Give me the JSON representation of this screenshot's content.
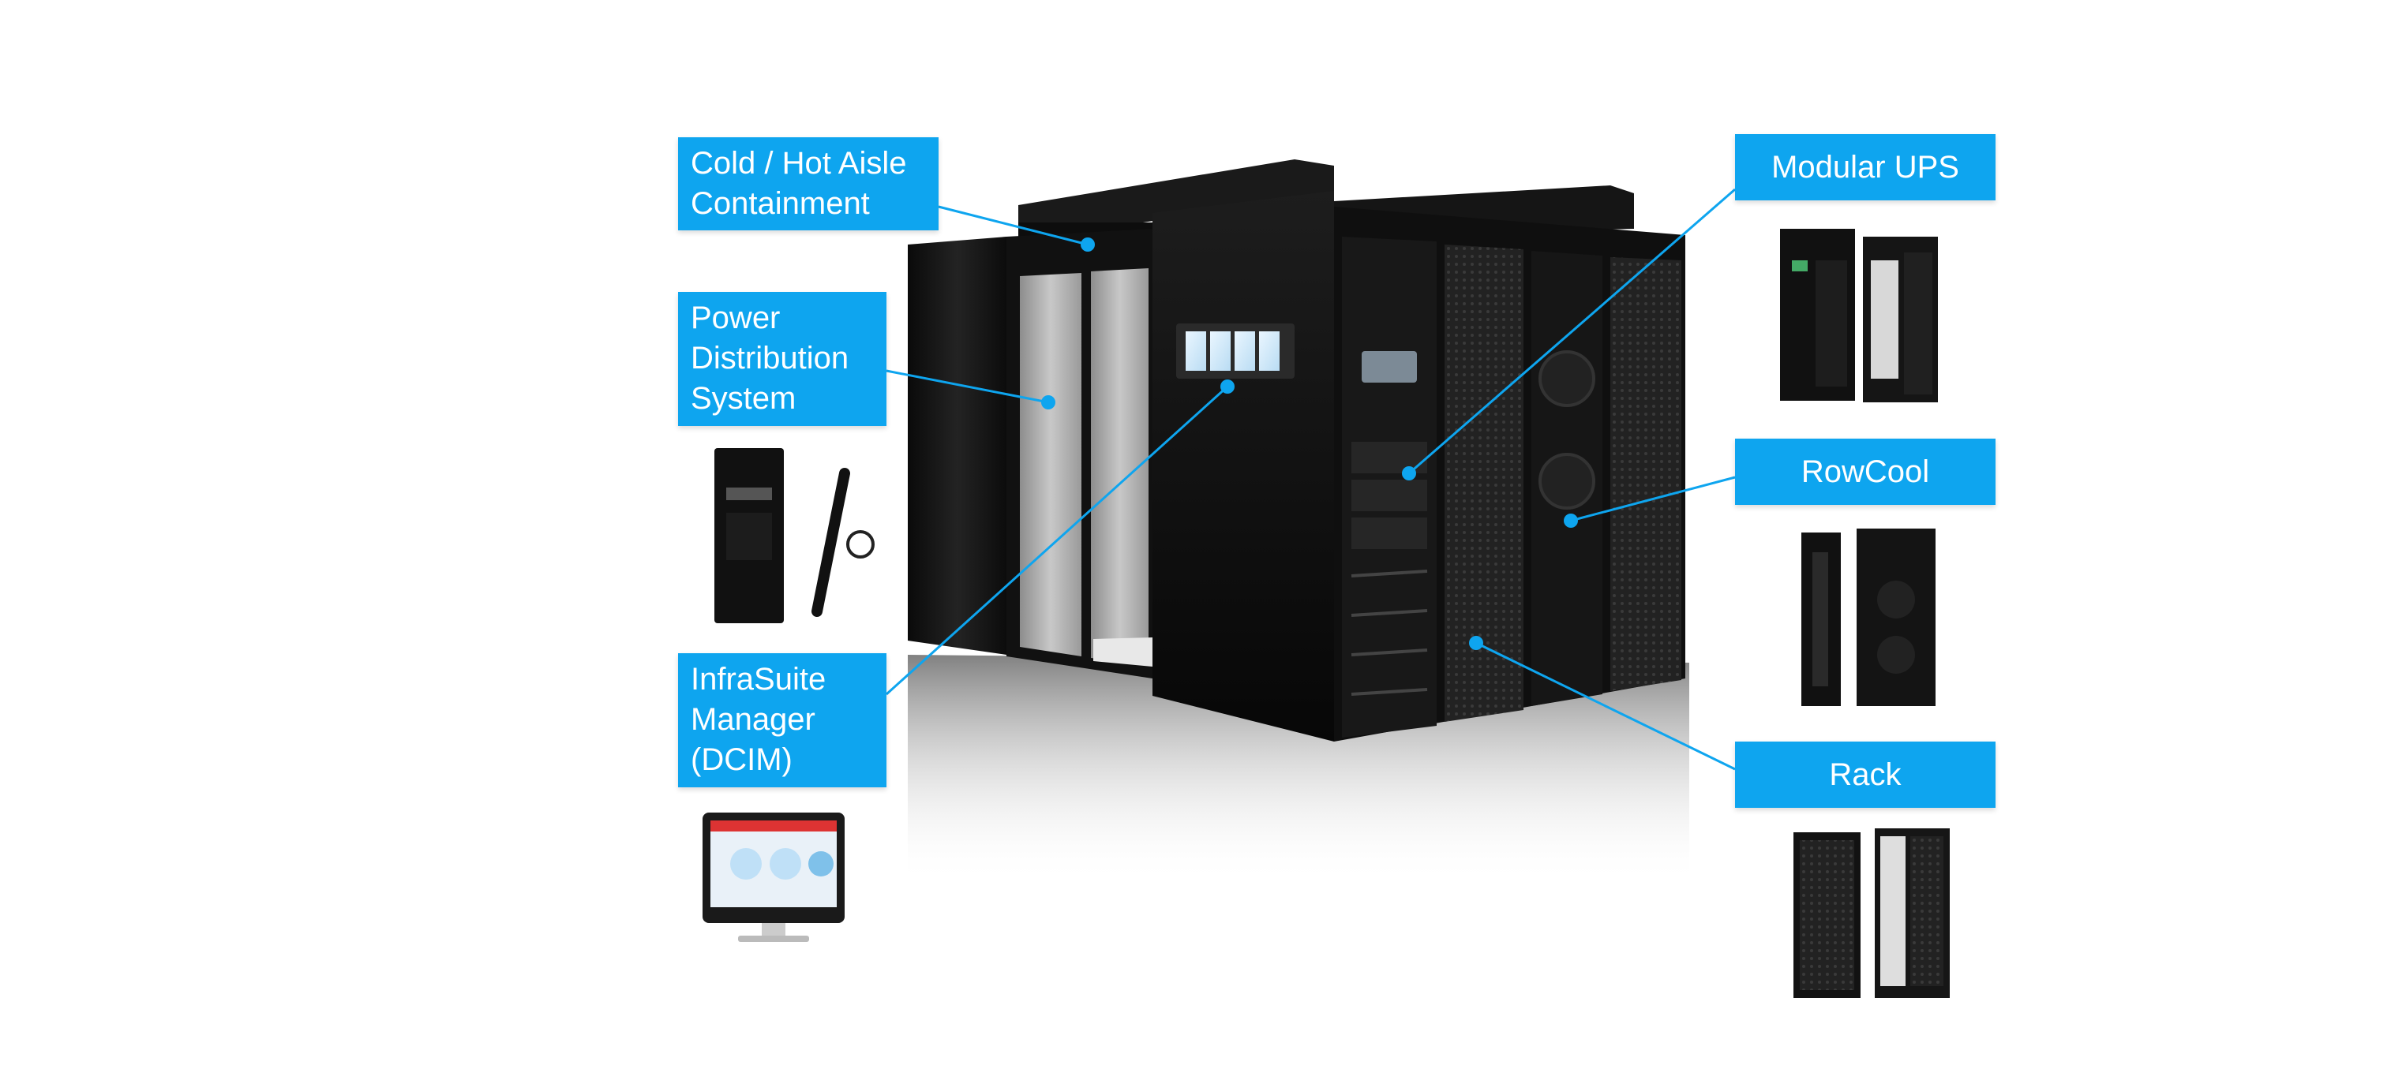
{
  "labels": {
    "containment": {
      "lines": [
        "Cold / Hot Aisle",
        "Containment"
      ]
    },
    "power": {
      "lines": [
        "Power",
        "Distribution",
        "System"
      ]
    },
    "dcim": {
      "lines": [
        "InfraSuite",
        "Manager",
        "(DCIM)"
      ]
    },
    "ups": {
      "text": "Modular UPS"
    },
    "rowcool": {
      "text": "RowCool"
    },
    "rack": {
      "text": "Rack"
    }
  },
  "colors": {
    "accent": "#0ea5ef",
    "connector": "#0ea5ef",
    "label_text": "#ffffff",
    "cabinet": "#141414",
    "background": "#ffffff"
  }
}
